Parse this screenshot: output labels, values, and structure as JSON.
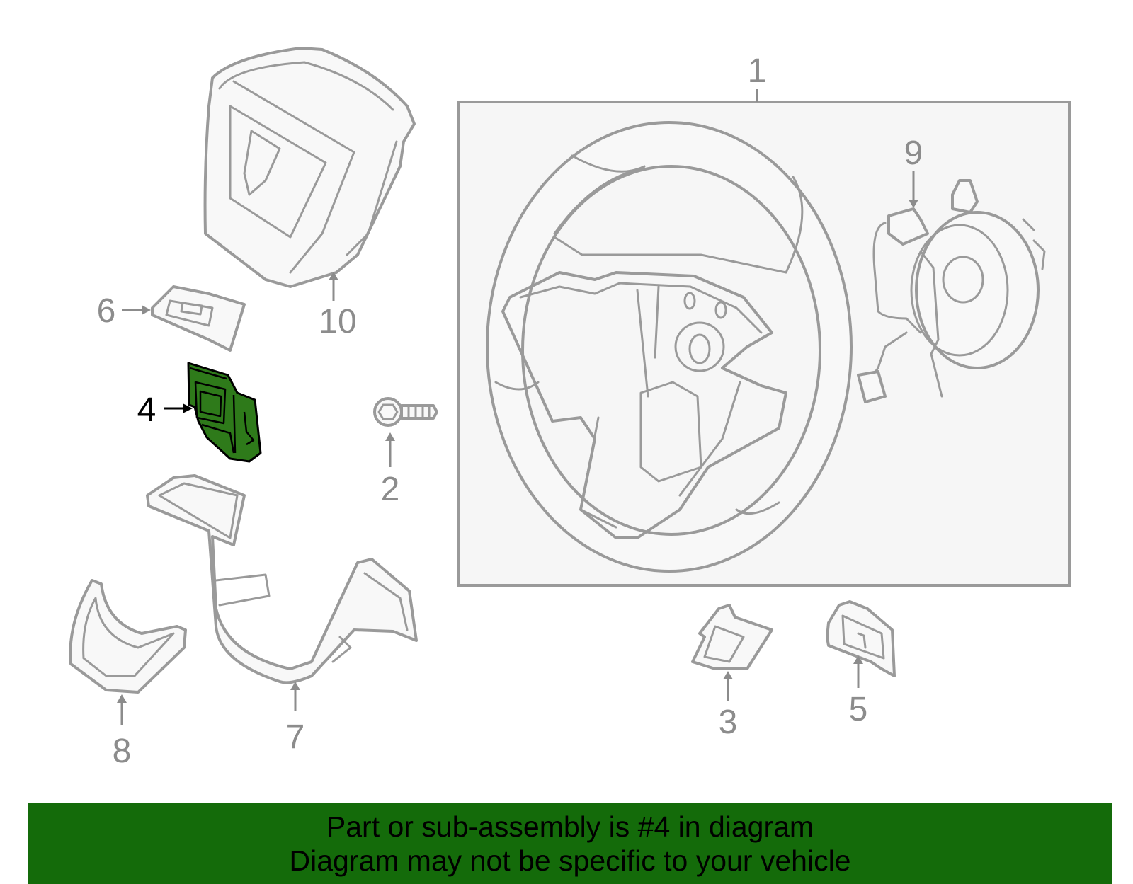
{
  "callouts": {
    "c1": "1",
    "c2": "2",
    "c3": "3",
    "c4": "4",
    "c5": "5",
    "c6": "6",
    "c7": "7",
    "c8": "8",
    "c9": "9",
    "c10": "10"
  },
  "highlighted_part": "4",
  "colors": {
    "highlight_fill": "#2e7a1a",
    "banner_background": "#146b0a",
    "part_stroke": "#9a9a9a"
  },
  "banner": {
    "line1": "Part or sub-assembly is #4 in diagram",
    "line2": "Diagram may not be specific to your vehicle"
  }
}
